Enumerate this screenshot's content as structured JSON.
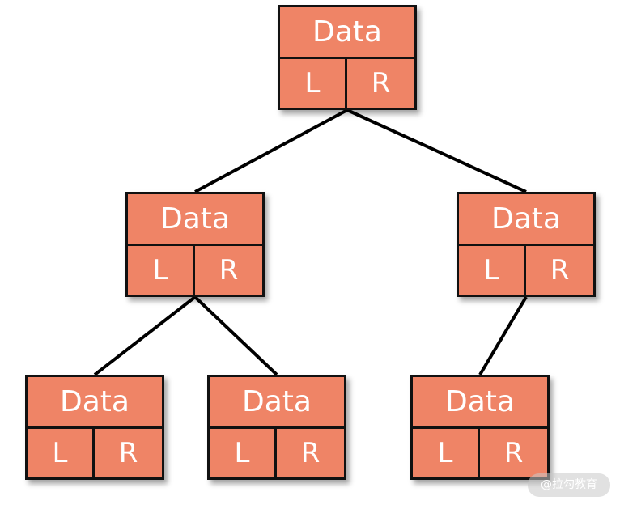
{
  "colors": {
    "node_fill": "#ef8466",
    "node_border": "#111111",
    "node_text": "#ffffff",
    "edge": "#000000"
  },
  "nodes": [
    {
      "id": "root",
      "data": "Data",
      "left": "L",
      "right": "R"
    },
    {
      "id": "n2",
      "data": "Data",
      "left": "L",
      "right": "R"
    },
    {
      "id": "n3",
      "data": "Data",
      "left": "L",
      "right": "R"
    },
    {
      "id": "n4",
      "data": "Data",
      "left": "L",
      "right": "R"
    },
    {
      "id": "n5",
      "data": "Data",
      "left": "L",
      "right": "R"
    },
    {
      "id": "n6",
      "data": "Data",
      "left": "L",
      "right": "R"
    }
  ],
  "edges": [
    {
      "from": "root",
      "to": "n2"
    },
    {
      "from": "root",
      "to": "n3"
    },
    {
      "from": "n2",
      "to": "n4"
    },
    {
      "from": "n2",
      "to": "n5"
    },
    {
      "from": "n3",
      "to": "n6"
    }
  ],
  "watermark": "@拉勾教育"
}
